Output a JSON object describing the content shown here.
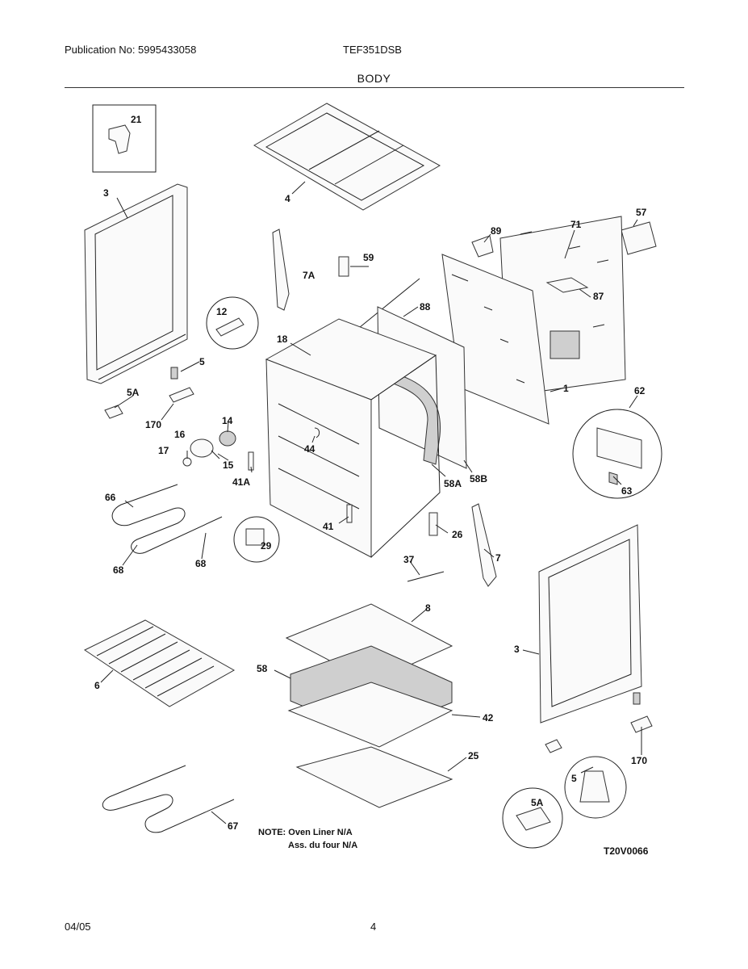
{
  "header": {
    "publication": "Publication No: 5995433058",
    "model": "TEF351DSB",
    "section": "BODY"
  },
  "diagram": {
    "callouts": [
      "21",
      "3",
      "4",
      "59",
      "7A",
      "57",
      "89",
      "71",
      "87",
      "88",
      "12",
      "5",
      "18",
      "5A",
      "14",
      "170",
      "16",
      "44",
      "17",
      "15",
      "41A",
      "1",
      "62",
      "58A",
      "58B",
      "63",
      "66",
      "29",
      "41",
      "26",
      "68",
      "68",
      "7",
      "37",
      "8",
      "3",
      "58",
      "6",
      "42",
      "25",
      "5",
      "170",
      "5A",
      "67"
    ],
    "note_line1": "NOTE: Oven Liner N/A",
    "note_line2": "Ass. du four N/A",
    "drawing_id": "T20V0066"
  },
  "footer": {
    "date": "04/05",
    "page": "4"
  }
}
